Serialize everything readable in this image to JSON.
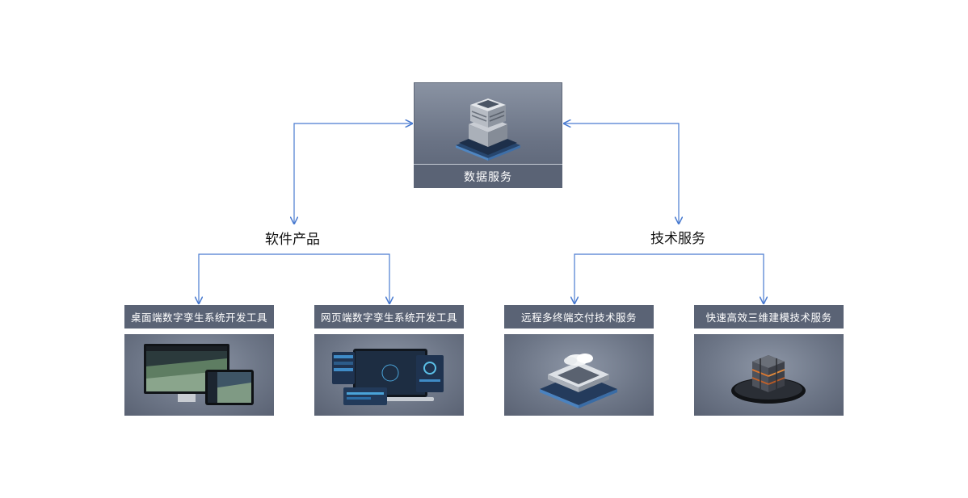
{
  "center": {
    "label": "数据服务",
    "icon": "server-icon"
  },
  "groups": [
    {
      "title": "软件产品",
      "items": [
        {
          "label": "桌面端数字孪生系统开发工具",
          "icon": "desktop-monitor-icon"
        },
        {
          "label": "网页端数字孪生系统开发工具",
          "icon": "web-dashboard-icon"
        }
      ]
    },
    {
      "title": "技术服务",
      "items": [
        {
          "label": "远程多终端交付技术服务",
          "icon": "cloud-chip-icon"
        },
        {
          "label": "快速高效三维建模技术服务",
          "icon": "3d-model-icon"
        }
      ]
    }
  ],
  "colors": {
    "connector": "#4a7bd0",
    "card": "#5a6375",
    "card_text": "#ffffff"
  }
}
